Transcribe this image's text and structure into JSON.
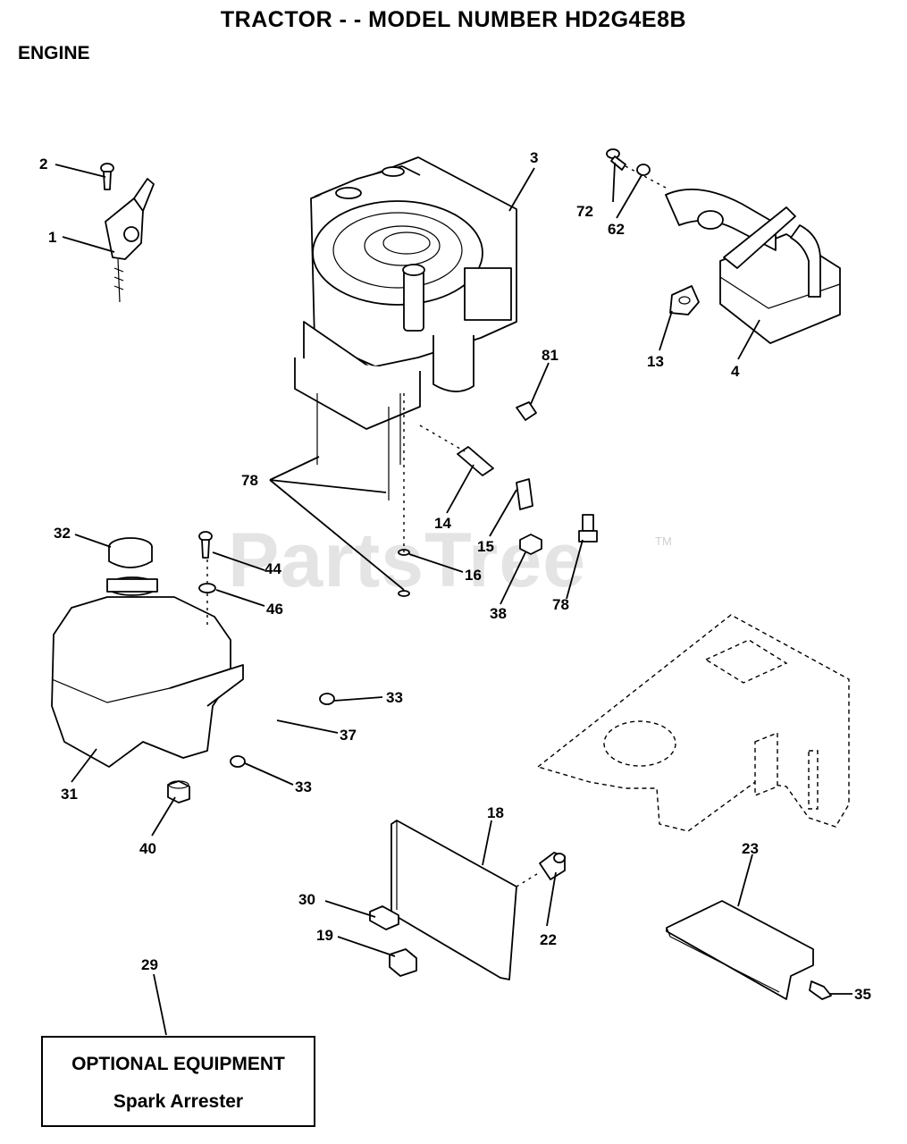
{
  "header": {
    "title": "TRACTOR - - MODEL NUMBER HD2G4E8B",
    "section": "ENGINE"
  },
  "watermark": {
    "text": "PartsTree",
    "trademark": "TM"
  },
  "optional_box": {
    "title": "OPTIONAL EQUIPMENT",
    "item": "Spark Arrester"
  },
  "callouts": [
    "1",
    "2",
    "3",
    "4",
    "13",
    "14",
    "15",
    "16",
    "18",
    "19",
    "22",
    "23",
    "29",
    "30",
    "31",
    "32",
    "33",
    "33",
    "35",
    "37",
    "38",
    "40",
    "44",
    "46",
    "62",
    "72",
    "78",
    "78",
    "81"
  ]
}
